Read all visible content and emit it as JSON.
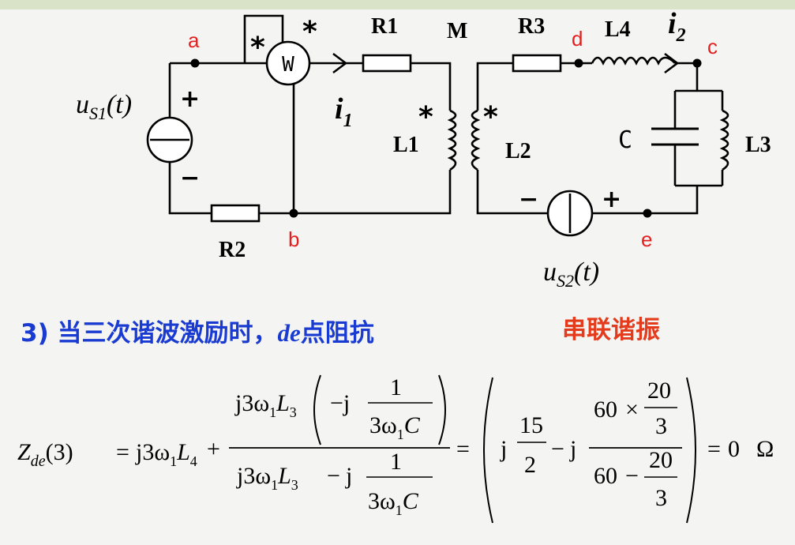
{
  "nodes": {
    "a": "a",
    "b": "b",
    "c": "c",
    "d": "d",
    "e": "e"
  },
  "components": {
    "R1": "R1",
    "R2": "R2",
    "R3": "R3",
    "L1": "L1",
    "L2": "L2",
    "L3": "L3",
    "L4": "L4",
    "C": "C",
    "M": "M",
    "W": "W"
  },
  "sources": {
    "us1": {
      "u": "u",
      "sub": "S1",
      "arg": "(t)",
      "plus": "+",
      "minus": "−"
    },
    "us2": {
      "u": "u",
      "sub": "S2",
      "arg": "(t)",
      "plus": "+",
      "minus": "−"
    }
  },
  "currents": {
    "i1": {
      "i": "i",
      "sub": "1"
    },
    "i2": {
      "i": "i",
      "sub": "2"
    }
  },
  "dot_mark": "*",
  "statement": {
    "prefix": "3) 当三次谐波激励时，",
    "de": "de",
    "suffix": "点阻抗"
  },
  "resonance_note": "串联谐振",
  "formula": {
    "lhs_Z": "Z",
    "lhs_sub": "de",
    "lhs_arg": "(3)",
    "eq": "=",
    "j3w": "j3ω",
    "w_sub": "1",
    "L4": "L",
    "L4_sub": "4",
    "plus": "+",
    "L3": "L",
    "L3_sub": "3",
    "mj": "−j",
    "j": "j",
    "one": "1",
    "den3wC": "3ω",
    "C": "C",
    "minus": "−",
    "n15": "15",
    "n2": "2",
    "n60a": "60",
    "times": "×",
    "n20": "20",
    "n3": "3",
    "n60b": "60",
    "result": "0",
    "unit": "Ω"
  },
  "colors": {
    "text_blue": "#1a3bd1",
    "accent_red": "#e43b1c",
    "node_label_red": "#e31f1f",
    "wire": "#000000"
  }
}
